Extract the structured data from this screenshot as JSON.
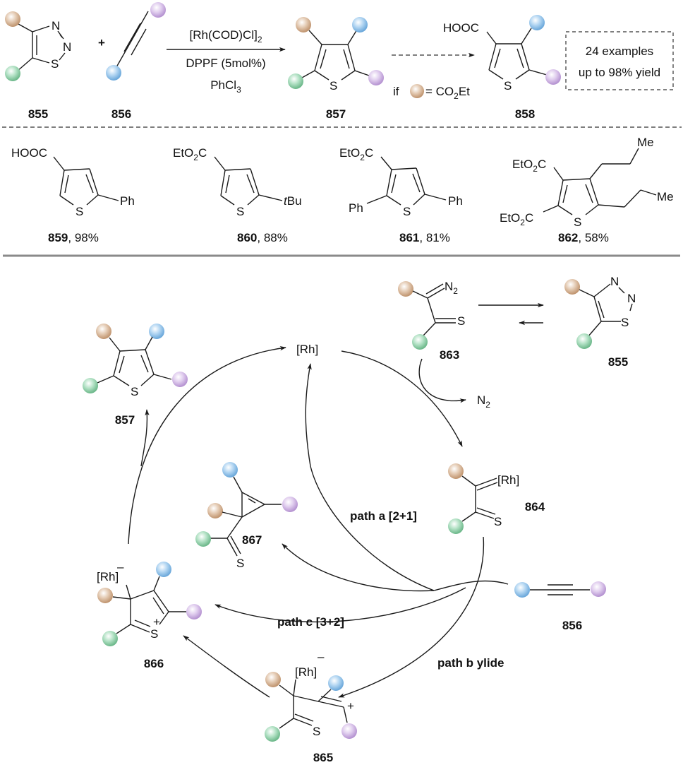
{
  "colors": {
    "brown": "#c49a77",
    "blue": "#7fb6e3",
    "green": "#7cc49a",
    "purple": "#c7a6de",
    "text": "#111111",
    "separator": "#8a8a8a"
  },
  "top_scheme": {
    "compound_855": {
      "label": "855",
      "atoms": {
        "n1": "N",
        "n2": "N",
        "s": "S"
      }
    },
    "plus": "+",
    "compound_856": {
      "label": "856"
    },
    "conditions": {
      "line1": "[Rh(COD)Cl]",
      "line1_sub": "2",
      "line2": "DPPF (5mol%)",
      "line3": "PhCl",
      "line3_sub": "3"
    },
    "compound_857": {
      "label": "857",
      "atoms": {
        "s": "S"
      }
    },
    "condition_note": {
      "prefix": "if",
      "equals": "= CO",
      "sub": "2",
      "suffix": "Et"
    },
    "compound_858": {
      "label": "858",
      "substituent": "HOOC",
      "atoms": {
        "s": "S"
      }
    },
    "summary_box": {
      "line1": "24 examples",
      "line2": "up to 98% yield"
    }
  },
  "examples": [
    {
      "label": "859",
      "yield": ", 98%",
      "substituents": {
        "top": "HOOC",
        "right": "Ph"
      },
      "s": "S"
    },
    {
      "label": "860",
      "yield": ", 88%",
      "substituents": {
        "top_a": "EtO",
        "top_sub": "2",
        "top_b": "C",
        "right_italic": "t",
        "right": "Bu"
      },
      "s": "S"
    },
    {
      "label": "861",
      "yield": ", 81%",
      "substituents": {
        "top_a": "EtO",
        "top_sub": "2",
        "top_b": "C",
        "left": "Ph",
        "right": "Ph"
      },
      "s": "S"
    },
    {
      "label": "862",
      "yield": ", 58%",
      "substituents": {
        "top_a": "EtO",
        "top_sub": "2",
        "top_b": "C",
        "left_a": "EtO",
        "left_sub": "2",
        "left_b": "C",
        "me1": "Me",
        "me2": "Me"
      },
      "s": "S"
    }
  ],
  "mechanism": {
    "catalyst": "[Rh]",
    "byproduct": {
      "text": "N",
      "sub": "2"
    },
    "compound_863": {
      "label": "863",
      "n2": "N",
      "n2_sub": "2",
      "s": "S"
    },
    "compound_855": {
      "label": "855",
      "n1": "N",
      "n2": "N",
      "s": "S"
    },
    "compound_864": {
      "label": "864",
      "rh": "[Rh]",
      "s": "S"
    },
    "compound_856": {
      "label": "856"
    },
    "compound_867": {
      "label": "867",
      "s": "S"
    },
    "compound_866": {
      "label": "866",
      "rh": "[Rh]",
      "charge_minus": "–",
      "s": "S",
      "charge_plus": "+"
    },
    "compound_865": {
      "label": "865",
      "rh": "[Rh]",
      "charge_minus": "–",
      "s": "S",
      "charge_plus": "+"
    },
    "compound_857": {
      "label": "857",
      "s": "S"
    },
    "paths": {
      "a": "path a [2+1]",
      "b": "path b ylide",
      "c": "path c [3+2]"
    }
  }
}
